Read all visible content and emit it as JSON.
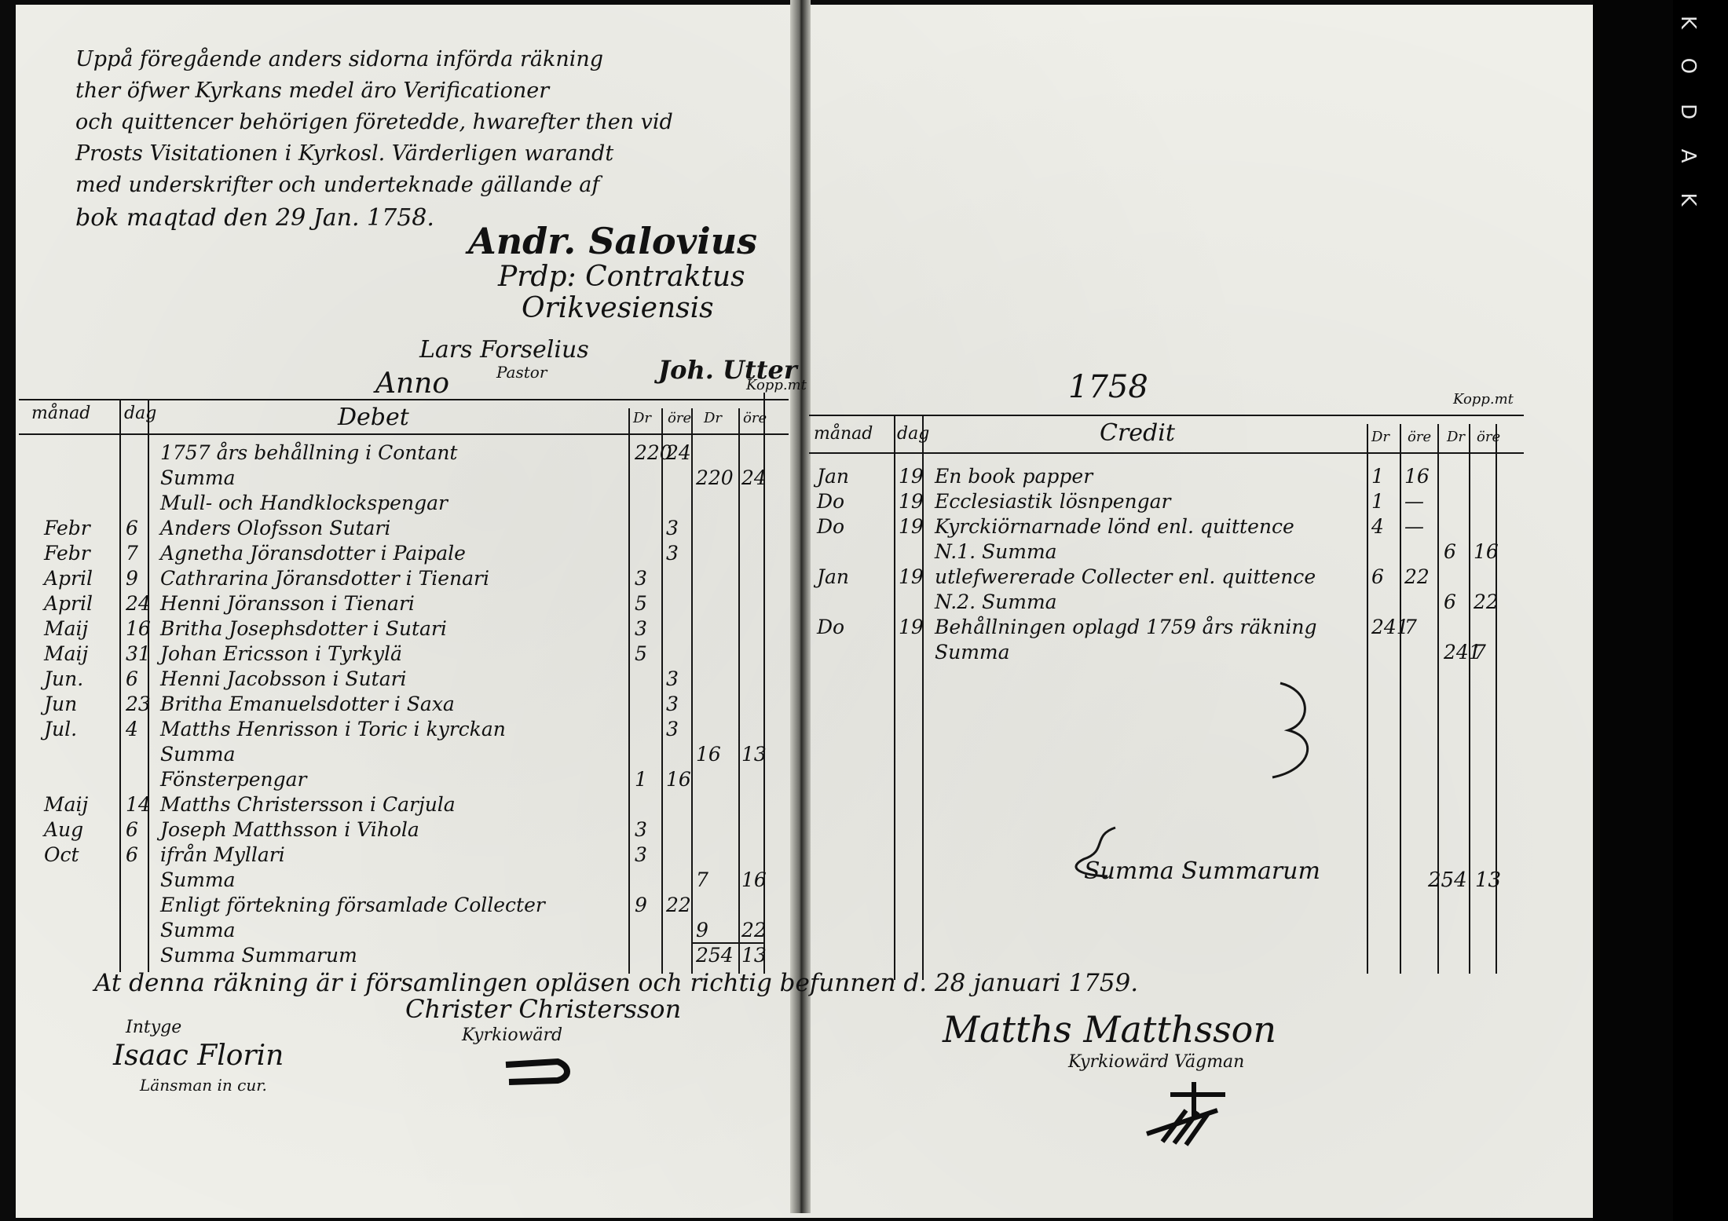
{
  "header_note": {
    "lines": [
      "Uppå föregående anders sidorna införda räkning",
      "ther öfwer Kyrkans medel äro Verificationer",
      "och quittencer behörigen företedde, hwarefter then vid",
      "Prosts Visitationen i Kyrkosl. Värderligen warandt",
      "med underskrifter och underteknade gällande af",
      "bok maqtad den 29 Jan. 1758."
    ],
    "signature": "Andr. Salovius",
    "signature_title_1": "Prdp: Contraktus",
    "signature_title_2": "Orikvesiensis"
  },
  "debet_header": {
    "sign_1": "Lars Forselius",
    "sign_1_sub": "Pastor",
    "sign_2": "Joh. Utter",
    "anno": "Anno",
    "year": "1758",
    "kopparmynt_left": "Kopp.mt",
    "kopparmynt_right": "Kopp.mt",
    "col_month": "månad",
    "col_day": "dag",
    "col_debet": "Debet",
    "col_daler": "Dr",
    "col_ore": "öre",
    "col_daler_2": "Dr",
    "col_ore_2": "öre"
  },
  "debet_rows": [
    {
      "month": "",
      "day": "",
      "text": "1757 års behållning i Contant",
      "d1": "220",
      "o1": "24",
      "d2": "",
      "o2": ""
    },
    {
      "month": "",
      "day": "",
      "text": "Summa",
      "d1": "",
      "o1": "",
      "d2": "220",
      "o2": "24"
    },
    {
      "month": "",
      "day": "",
      "text": "Mull- och Handklockspengar",
      "d1": "",
      "o1": "",
      "d2": "",
      "o2": ""
    },
    {
      "month": "Febr",
      "day": "6",
      "text": "Anders Olofsson Sutari",
      "d1": "",
      "o1": "3",
      "d2": "",
      "o2": ""
    },
    {
      "month": "Febr",
      "day": "7",
      "text": "Agnetha Jöransdotter i Paipale",
      "d1": "",
      "o1": "3",
      "d2": "",
      "o2": ""
    },
    {
      "month": "April",
      "day": "9",
      "text": "Cathrarina Jöransdotter i Tienari",
      "d1": "3",
      "o1": "",
      "d2": "",
      "o2": ""
    },
    {
      "month": "April",
      "day": "24",
      "text": "Henni Jöransson i Tienari",
      "d1": "5",
      "o1": "",
      "d2": "",
      "o2": ""
    },
    {
      "month": "Maij",
      "day": "16",
      "text": "Britha Josephsdotter i Sutari",
      "d1": "3",
      "o1": "",
      "d2": "",
      "o2": ""
    },
    {
      "month": "Maij",
      "day": "31",
      "text": "Johan Ericsson i Tyrkylä",
      "d1": "5",
      "o1": "",
      "d2": "",
      "o2": ""
    },
    {
      "month": "Jun.",
      "day": "6",
      "text": "Henni Jacobsson i Sutari",
      "d1": "",
      "o1": "3",
      "d2": "",
      "o2": ""
    },
    {
      "month": "Jun",
      "day": "23",
      "text": "Britha Emanuelsdotter i Saxa",
      "d1": "",
      "o1": "3",
      "d2": "",
      "o2": ""
    },
    {
      "month": "Jul.",
      "day": "4",
      "text": "Matths Henrisson i Toric i kyrckan",
      "d1": "",
      "o1": "3",
      "d2": "",
      "o2": ""
    },
    {
      "month": "",
      "day": "",
      "text": "Summa",
      "d1": "",
      "o1": "",
      "d2": "16",
      "o2": "13"
    },
    {
      "month": "",
      "day": "",
      "text": "Fönsterpengar",
      "d1": "1",
      "o1": "16",
      "d2": "",
      "o2": ""
    },
    {
      "month": "Maij",
      "day": "14",
      "text": "Matths Christersson i Carjula",
      "d1": "",
      "o1": "",
      "d2": "",
      "o2": ""
    },
    {
      "month": "Aug",
      "day": "6",
      "text": "Joseph Matthsson i Vihola",
      "d1": "3",
      "o1": "",
      "d2": "",
      "o2": ""
    },
    {
      "month": "Oct",
      "day": "6",
      "text": "ifrån Myllari",
      "d1": "3",
      "o1": "",
      "d2": "",
      "o2": ""
    },
    {
      "month": "",
      "day": "",
      "text": "Summa",
      "d1": "",
      "o1": "",
      "d2": "7",
      "o2": "16"
    },
    {
      "month": "",
      "day": "",
      "text": "Enligt förtekning församlade Collecter",
      "d1": "9",
      "o1": "22",
      "d2": "",
      "o2": ""
    },
    {
      "month": "",
      "day": "",
      "text": "Summa",
      "d1": "",
      "o1": "",
      "d2": "9",
      "o2": "22"
    },
    {
      "month": "",
      "day": "",
      "text": "Summa Summarum",
      "d1": "",
      "o1": "",
      "d2": "254",
      "o2": "13"
    }
  ],
  "credit_header": {
    "col_month": "månad",
    "col_day": "dag",
    "col_credit": "Credit",
    "col_daler": "Dr",
    "col_ore": "öre",
    "col_daler_2": "Dr",
    "col_ore_2": "öre"
  },
  "credit_rows": [
    {
      "month": "Jan",
      "day": "19",
      "text": "En book papper",
      "d1": "1",
      "o1": "16",
      "d2": "",
      "o2": ""
    },
    {
      "month": "Do",
      "day": "19",
      "text": "Ecclesiastik lösnpengar",
      "d1": "1",
      "o1": "—",
      "d2": "",
      "o2": ""
    },
    {
      "month": "Do",
      "day": "19",
      "text": "Kyrckiörnarnade lönd enl. quittence",
      "d1": "4",
      "o1": "—",
      "d2": "",
      "o2": ""
    },
    {
      "month": "",
      "day": "",
      "text": "N.1. Summa",
      "d1": "",
      "o1": "",
      "d2": "6",
      "o2": "16"
    },
    {
      "month": "Jan",
      "day": "19",
      "text": "utlefwererade Collecter enl. quittence",
      "d1": "6",
      "o1": "22",
      "d2": "",
      "o2": ""
    },
    {
      "month": "",
      "day": "",
      "text": "N.2. Summa",
      "d1": "",
      "o1": "",
      "d2": "6",
      "o2": "22"
    },
    {
      "month": "Do",
      "day": "19",
      "text": "Behållningen oplagd 1759 års räkning",
      "d1": "241",
      "o1": "7",
      "d2": "",
      "o2": ""
    },
    {
      "month": "",
      "day": "",
      "text": "Summa",
      "d1": "",
      "o1": "",
      "d2": "241",
      "o2": "7"
    }
  ],
  "credit_summa": {
    "text": "Summa Summarum",
    "d": "254",
    "o": "13"
  },
  "footer": {
    "attest": "At denna räkning är i församlingen opläsen och richtig befunnen d. 28 januari 1759.",
    "sign_left": "Christer Christersson",
    "sign_left_sub": "Kyrkiowärd",
    "witness_label": "Intyge",
    "sign_witness": "Isaac Florin",
    "sign_witness_sub": "Länsman in cur.",
    "sign_right": "Matths Matthsson",
    "sign_right_sub": "Kyrkiowärd Vägman"
  },
  "margin_text": "KODAK"
}
